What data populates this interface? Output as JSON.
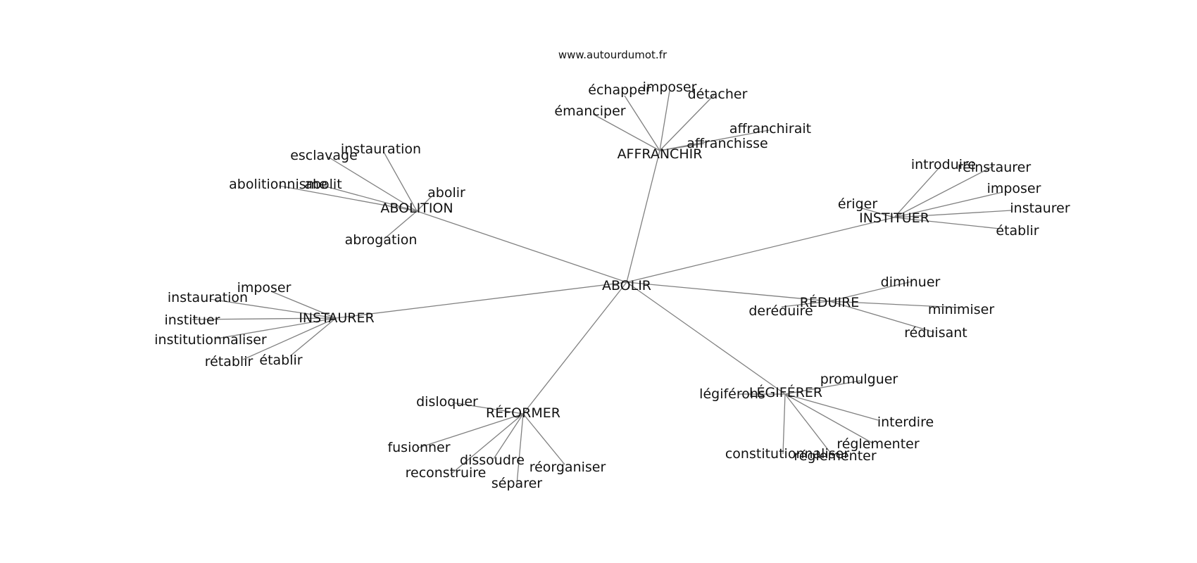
{
  "source": "www.autourdumot.fr",
  "graph": {
    "center": "ABOLIR",
    "groups": [
      {
        "hub": "AFFRANCHIR",
        "leaves": [
          "émanciper",
          "échapper",
          "imposer",
          "détacher",
          "affranchirait",
          "affranchisse"
        ]
      },
      {
        "hub": "ABOLITION",
        "leaves": [
          "esclavage",
          "instauration",
          "abolitionnisme",
          "abolit",
          "abolir",
          "abrogation"
        ]
      },
      {
        "hub": "INSTITUER",
        "leaves": [
          "introduire",
          "réinstaurer",
          "imposer",
          "instaurer",
          "établir",
          "ériger"
        ]
      },
      {
        "hub": "INSTAURER",
        "leaves": [
          "imposer",
          "instauration",
          "instituer",
          "institutionnaliser",
          "rétablir",
          "établir"
        ]
      },
      {
        "hub": "RÉDUIRE",
        "leaves": [
          "diminuer",
          "minimiser",
          "réduisant",
          "deréduire"
        ]
      },
      {
        "hub": "RÉFORMER",
        "leaves": [
          "disloquer",
          "fusionner",
          "dissoudre",
          "reconstruire",
          "séparer",
          "réorganiser"
        ]
      },
      {
        "hub": "LÉGIFÉRER",
        "leaves": [
          "promulguer",
          "interdire",
          "réglementer",
          "réglementer",
          "constitutionnaliser",
          "légiférons"
        ]
      }
    ]
  },
  "colors": {
    "edge": "#808080",
    "text": "#111111",
    "background": "#ffffff"
  }
}
